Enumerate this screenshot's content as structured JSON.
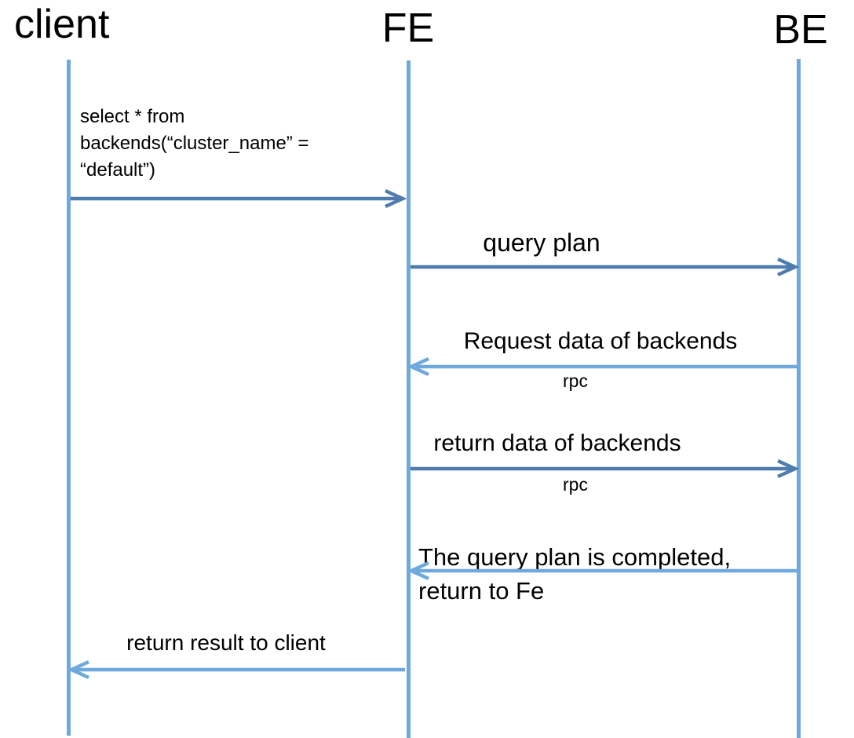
{
  "diagram": {
    "type": "sequence-diagram",
    "actors": [
      {
        "id": "client",
        "label": "client"
      },
      {
        "id": "fe",
        "label": "FE"
      },
      {
        "id": "be",
        "label": "BE"
      }
    ],
    "messages": [
      {
        "from": "client",
        "to": "FE",
        "direction": "right",
        "label": "select * from\nbackends(“cluster_name” =\n“default”)"
      },
      {
        "from": "FE",
        "to": "BE",
        "direction": "right",
        "label": "query plan"
      },
      {
        "from": "BE",
        "to": "FE",
        "direction": "left",
        "label": "Request data of backends",
        "sublabel": "rpc"
      },
      {
        "from": "FE",
        "to": "BE",
        "direction": "right",
        "label": "return data of backends",
        "sublabel": "rpc"
      },
      {
        "from": "BE",
        "to": "FE",
        "direction": "left",
        "label": "The query plan is completed,\nreturn to Fe"
      },
      {
        "from": "FE",
        "to": "client",
        "direction": "left",
        "label": "return result to client"
      }
    ],
    "colors": {
      "lifeline": "#6FA8DC",
      "arrow_right": "#4E7CAC",
      "arrow_left": "#6FA8DC",
      "text": "#000000",
      "background": "#FFFFFF"
    }
  }
}
